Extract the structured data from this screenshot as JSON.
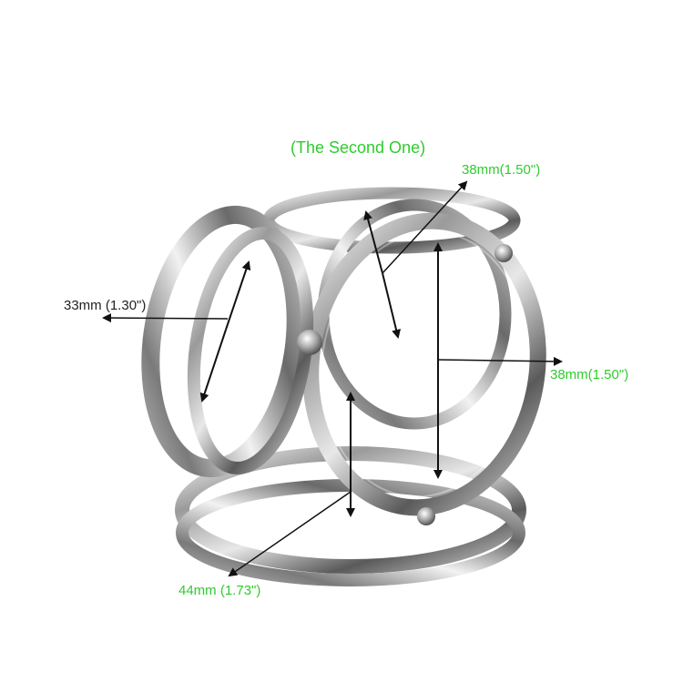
{
  "title": "(The Second One)",
  "dimensions": {
    "top_diameter": "38mm(1.50\")",
    "small_ring": "33mm (1.30\")",
    "right_diameter": "38mm(1.50\")",
    "bottom_ring": "44mm (1.73\")"
  },
  "colors": {
    "accent_green": "#2ecc2e",
    "text_dark": "#222222",
    "arrow": "#111111",
    "metal_light": "#f4f4f4",
    "metal_dark": "#4a4a4a"
  }
}
